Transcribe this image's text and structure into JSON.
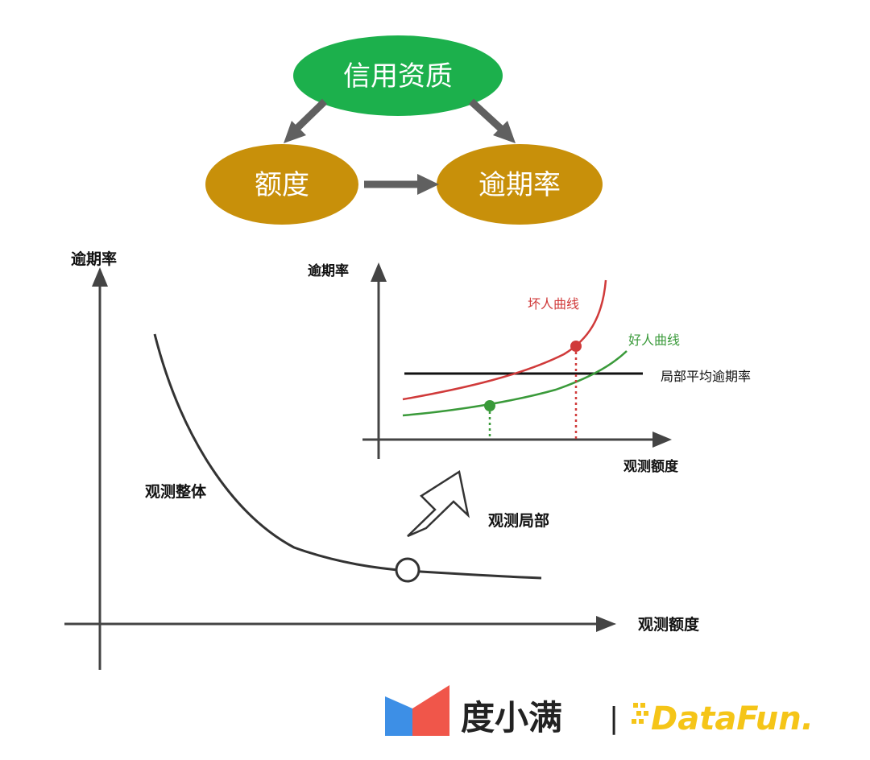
{
  "top_diagram": {
    "node_credit": "信用资质",
    "node_quota": "额度",
    "node_overdue": "逾期率",
    "colors": {
      "credit": "#1cb04c",
      "quota_overdue": "#c8900a",
      "arrow": "#606060"
    }
  },
  "main_chart": {
    "y_label": "逾期率",
    "x_label": "观测额度",
    "curve_label": "观测整体",
    "zoom_label": "观测局部"
  },
  "inset_chart": {
    "y_label": "逾期率",
    "x_label": "观测额度",
    "bad_curve_label": "坏人曲线",
    "good_curve_label": "好人曲线",
    "avg_line_label": "局部平均逾期率",
    "colors": {
      "bad": "#d03a3a",
      "good": "#3a9a3a",
      "avg": "#111111"
    }
  },
  "footer": {
    "brand_name": "度小满",
    "separator": "|",
    "partner_logo": "DataFun.",
    "colors": {
      "brand_blue": "#3d8fe6",
      "brand_red": "#f0564a",
      "partner": "#f5c518"
    }
  }
}
